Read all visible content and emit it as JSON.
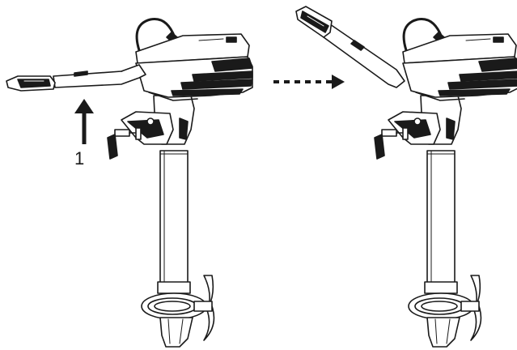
{
  "annotations": {
    "step_number": "1"
  },
  "figures": [
    {
      "name": "outboard-motor-tiller-lowered",
      "state": "tiller horizontal"
    },
    {
      "name": "outboard-motor-tiller-raised",
      "state": "tiller raised"
    }
  ],
  "arrows": [
    {
      "name": "lift-arrow",
      "style": "solid",
      "direction": "up"
    },
    {
      "name": "transition-arrow",
      "style": "dashed",
      "direction": "right"
    }
  ],
  "colors": {
    "line": "#1a1a1a",
    "fill_light": "#ffffff",
    "fill_dark": "#1a1a1a",
    "fill_mid": "#6a6a6a"
  }
}
